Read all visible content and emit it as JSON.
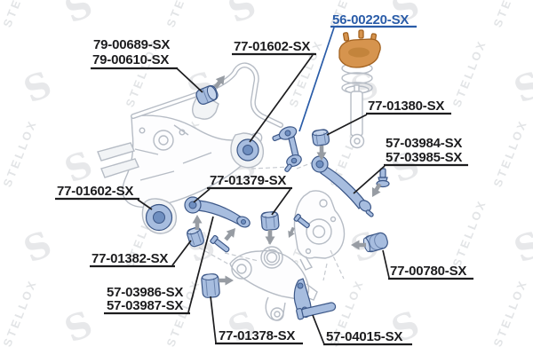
{
  "watermark": {
    "text": "STELLOX"
  },
  "colors": {
    "highlight": "#2a5ca8",
    "ink": "#1d1d1f",
    "outline": "#b6bcc5",
    "part_fill": "#a7bddf",
    "part_deep": "#6f8fc0",
    "part_stroke": "#3c5787",
    "mount_fill": "#d6944e",
    "mount_deep": "#c0813a",
    "mount_stroke": "#a2611f",
    "arrow": "#979ca3",
    "watermark_gray": "#aab0b6"
  },
  "labels": {
    "stabilizer_link": "56-00220-SX",
    "stabilizer_bushing_a": "79-00689-SX",
    "stabilizer_bushing_b": "79-00610-SX",
    "subframe_bushing_top": "77-01602-SX",
    "shock_mount_bushing": "77-01380-SX",
    "rear_upper_arm_a": "57-03984-SX",
    "rear_upper_arm_b": "57-03985-SX",
    "front_upper_arm": "77-01379-SX",
    "subframe_bushing_left": "77-01602-SX",
    "arm_bushing": "77-01382-SX",
    "front_arm_kit_a": "57-03986-SX",
    "front_arm_kit_b": "57-03987-SX",
    "lower_arm_bushing": "77-01378-SX",
    "integral_link": "57-04015-SX",
    "knuckle_bushing": "77-00780-SX"
  }
}
